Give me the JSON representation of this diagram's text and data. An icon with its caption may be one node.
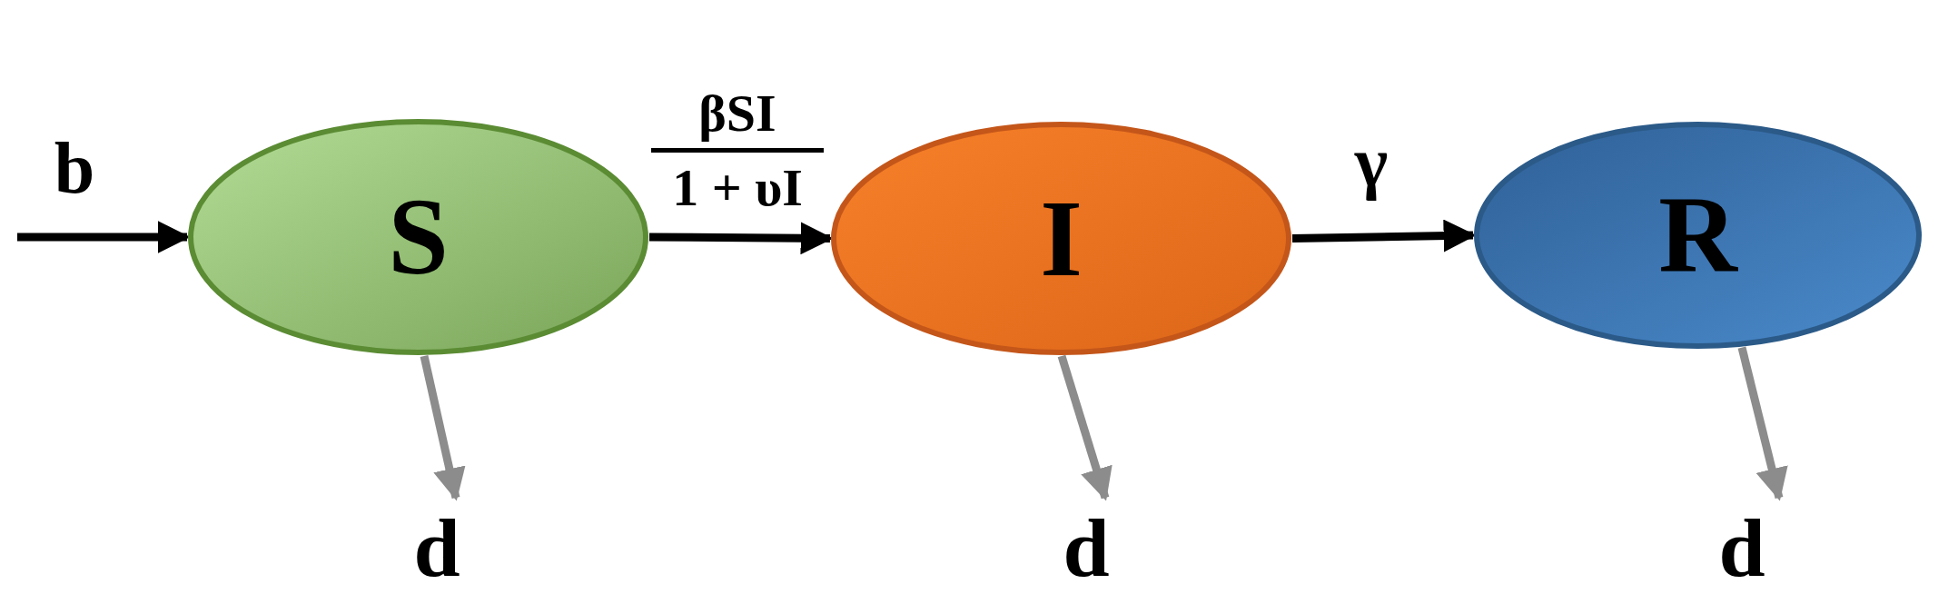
{
  "diagram": {
    "nodes": [
      {
        "text": [
          "S"
        ]
      },
      {
        "text": [
          "I"
        ]
      },
      {
        "text": [
          "R"
        ]
      },
      {
        "text": [
          "d"
        ]
      },
      {
        "text": [
          "d"
        ]
      },
      {
        "text": [
          "d"
        ]
      }
    ],
    "edges": [
      {
        "from": null,
        "to": 0,
        "arrow": "to",
        "label": "b"
      },
      {
        "from": 0,
        "to": 1,
        "arrow": "to",
        "label": "βSI"
      },
      {
        "from": 1,
        "to": 2,
        "arrow": "to",
        "label": "γ"
      },
      {
        "from": 0,
        "to": 3,
        "arrow": "to",
        "color": "#8c8c8c"
      },
      {
        "from": 1,
        "to": 4,
        "arrow": "to",
        "color": "#8c8c8c"
      },
      {
        "from": 2,
        "to": 5,
        "arrow": "to",
        "color": "#8c8c8c"
      }
    ],
    "labels": [
      "1 + υI"
    ]
  }
}
